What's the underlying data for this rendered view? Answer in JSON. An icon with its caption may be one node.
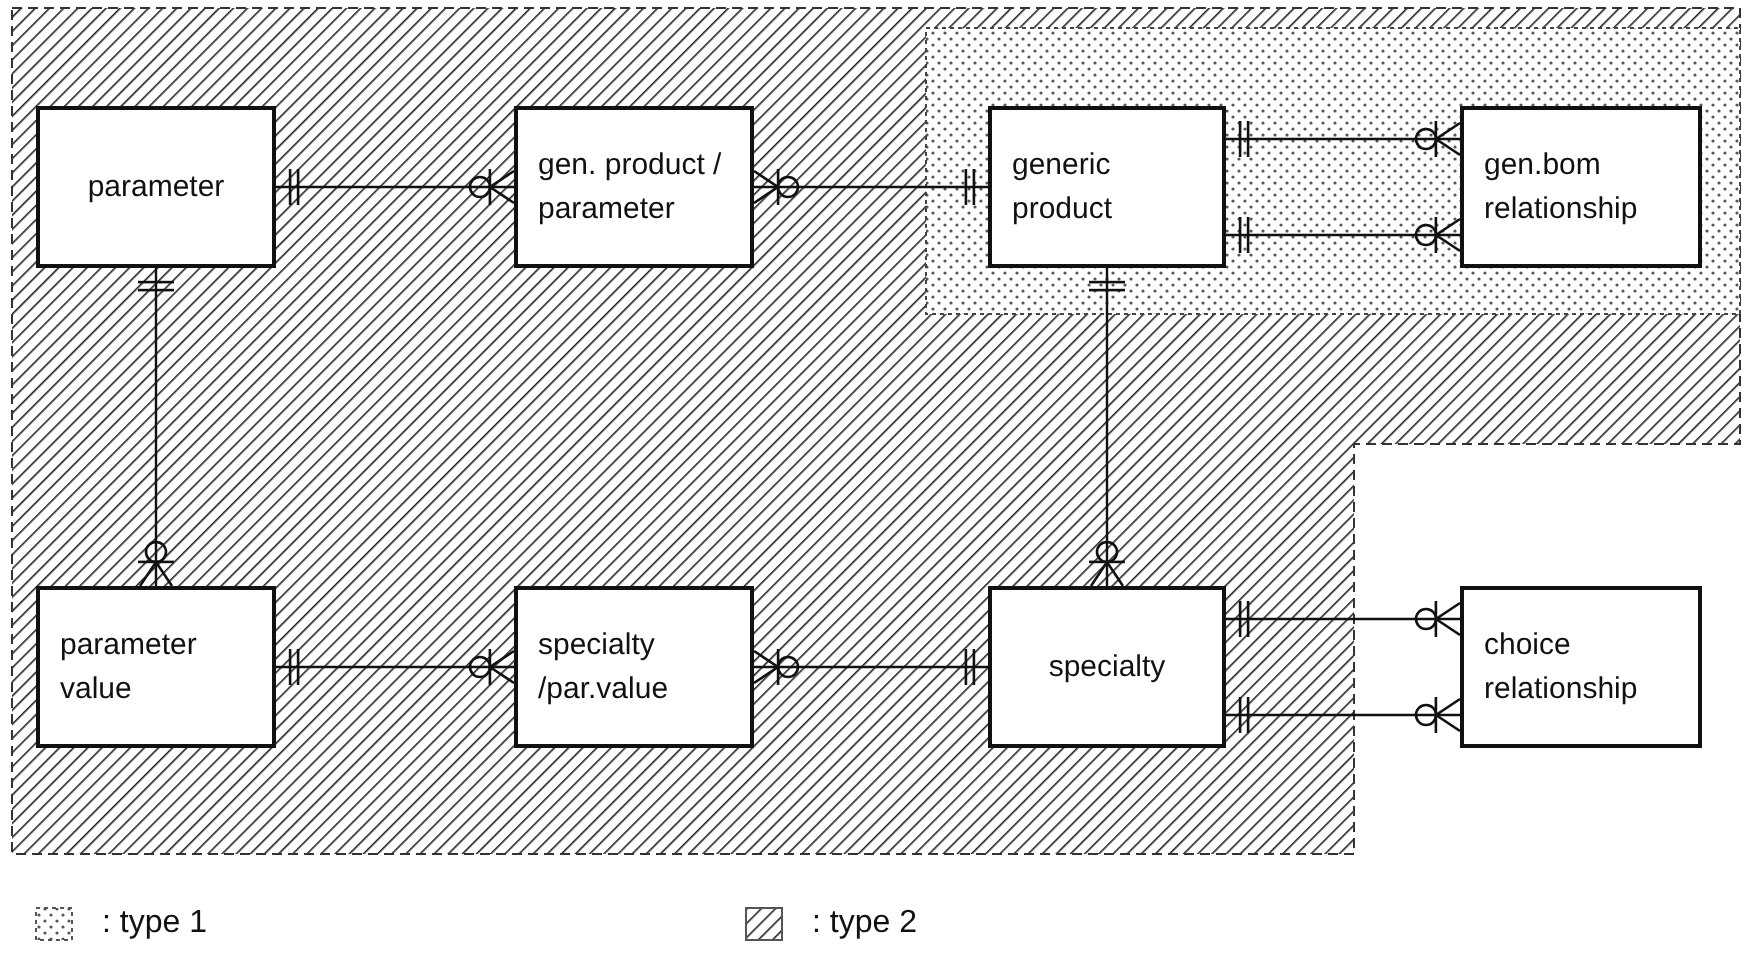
{
  "diagram": {
    "nodes": [
      {
        "text": [
          "parameter"
        ]
      },
      {
        "text": [
          "gen. product / parameter"
        ]
      },
      {
        "text": [
          "generic product"
        ]
      },
      {
        "text": [
          "gen.bom relationship"
        ]
      },
      {
        "text": [
          "parameter value"
        ]
      },
      {
        "text": [
          "specialty /par.value"
        ]
      },
      {
        "text": [
          "specialty"
        ]
      },
      {
        "text": [
          "choice relationship"
        ]
      }
    ],
    "edges": [
      {
        "from": 0,
        "to": 1,
        "arrow": "other"
      },
      {
        "from": 2,
        "to": 1,
        "arrow": "other"
      },
      {
        "from": 2,
        "to": 3,
        "arrow": "other"
      },
      {
        "from": 2,
        "to": 3,
        "arrow": "other"
      },
      {
        "from": 0,
        "to": 4,
        "arrow": "other"
      },
      {
        "from": 4,
        "to": 5,
        "arrow": "other"
      },
      {
        "from": 6,
        "to": 5,
        "arrow": "other"
      },
      {
        "from": 2,
        "to": 6,
        "arrow": "other"
      },
      {
        "from": 6,
        "to": 7,
        "arrow": "other"
      },
      {
        "from": 6,
        "to": 7,
        "arrow": "other"
      }
    ],
    "legend": [
      {
        "text": ": type 1"
      },
      {
        "text": ": type 2"
      }
    ]
  }
}
